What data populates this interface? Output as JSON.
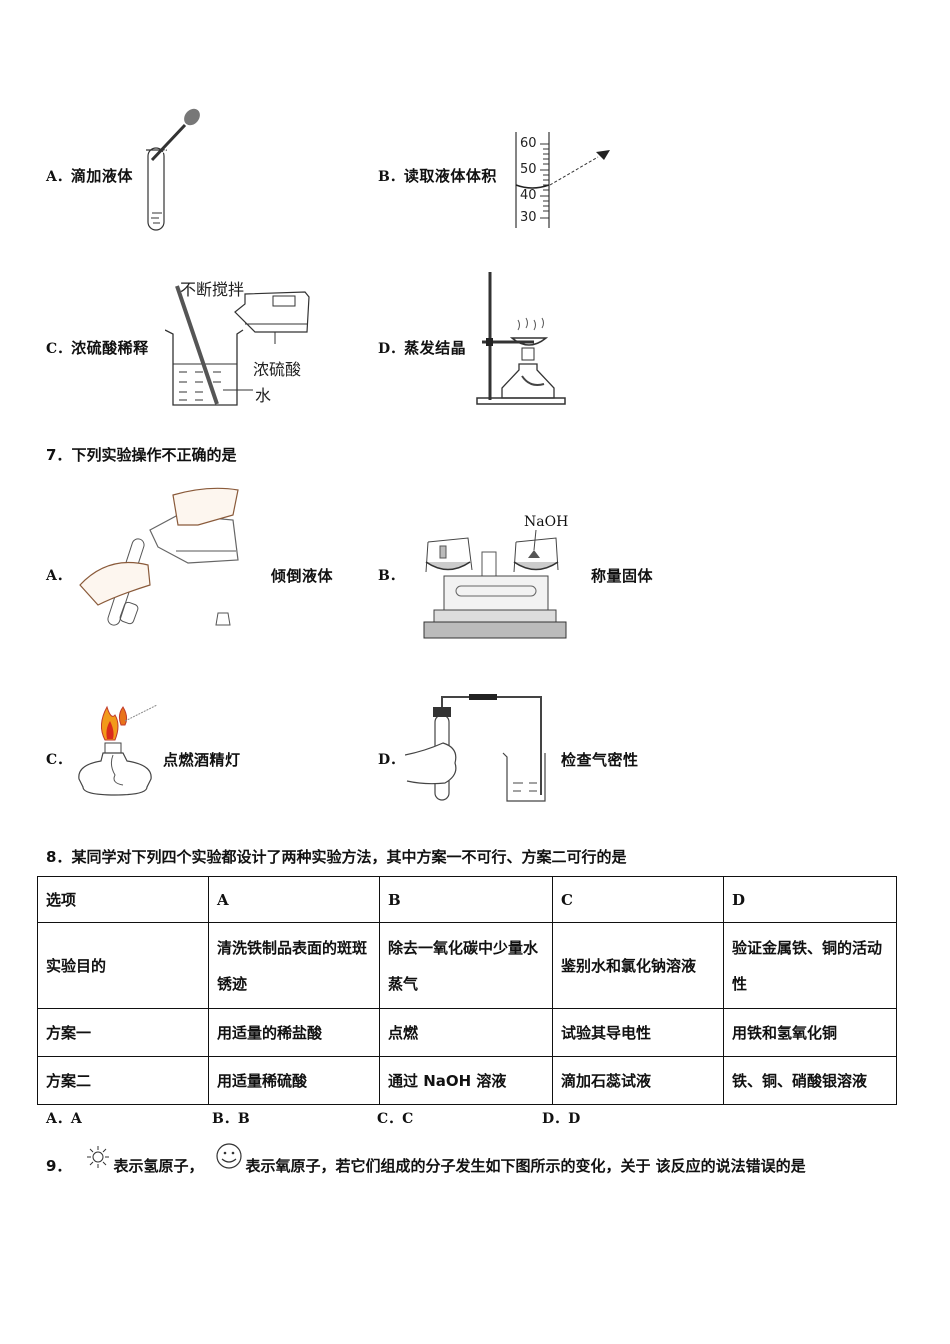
{
  "q6_options": [
    {
      "letter": "A．",
      "text": "滴加液体",
      "figure": "dropper-over-test-tube"
    },
    {
      "letter": "B．",
      "text": "读取液体体积",
      "figure": "graduated-cylinder-reading",
      "scale_ticks": [
        "60",
        "50",
        "40",
        "30"
      ]
    },
    {
      "letter": "C．",
      "text": "浓硫酸稀释",
      "figure": "dilute-sulfuric-acid",
      "annotations": [
        "不断搅拌",
        "浓硫酸",
        "水"
      ]
    },
    {
      "letter": "D．",
      "text": "蒸发结晶",
      "figure": "evaporating-dish-on-stand"
    }
  ],
  "q7": {
    "number": "7．",
    "title": "下列实验操作不正确的是",
    "options": [
      {
        "letter": "A．",
        "text": "倾倒液体",
        "figure": "pouring-liquid"
      },
      {
        "letter": "B．",
        "text": "称量固体",
        "figure": "balance-weighing",
        "annotation": "NaOH"
      },
      {
        "letter": "C．",
        "text": "点燃酒精灯",
        "figure": "lighting-alcohol-lamp"
      },
      {
        "letter": "D．",
        "text": "检查气密性",
        "figure": "check-airtightness"
      }
    ]
  },
  "q8": {
    "number": "8．",
    "title": "某同学对下列四个实验都设计了两种实验方法，其中方案一不可行、方案二可行的是",
    "table": {
      "header": [
        "选项",
        "A",
        "B",
        "C",
        "D"
      ],
      "rows": [
        [
          "实验目的",
          "清洗铁制品表面的斑斑锈迹",
          "除去一氧化碳中少量水蒸气",
          "鉴别水和氯化钠溶液",
          "验证金属铁、铜的活动性"
        ],
        [
          "方案一",
          "用适量的稀盐酸",
          "点燃",
          "试验其导电性",
          "用铁和氢氧化铜"
        ],
        [
          "方案二",
          "用适量稀硫酸",
          "通过 NaOH 溶液",
          "滴加石蕊试液",
          "铁、铜、硝酸银溶液"
        ]
      ]
    },
    "answers": [
      "A．A",
      "B．B",
      "C．C",
      "D．D"
    ]
  },
  "q9": {
    "number": "9．",
    "hydrogen_text": "表示氢原子，",
    "oxygen_text": "表示氧原子，若它们组成的分子发生如下图所示的变化，关于 该反应的说法错误的是",
    "hydrogen_icon": "sun-icon",
    "oxygen_icon": "smiley-icon"
  }
}
